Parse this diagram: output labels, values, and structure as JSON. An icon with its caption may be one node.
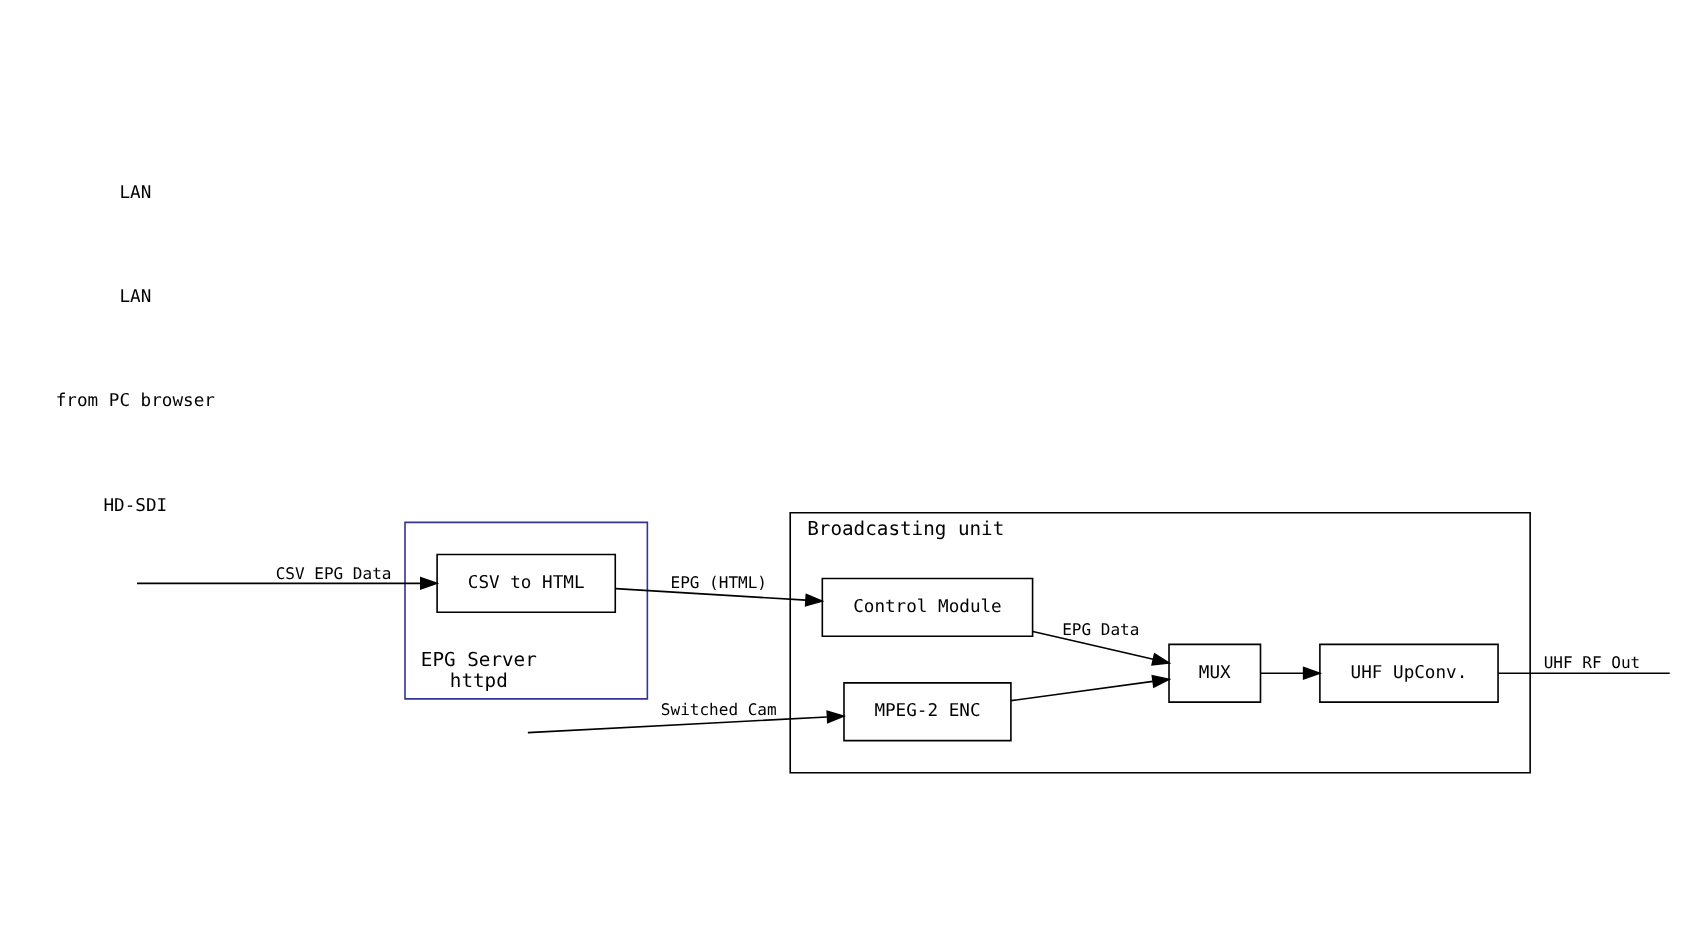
{
  "diagram": {
    "nodes": [
      {
        "text": [
          "Broadcasting unit"
        ]
      },
      {
        "text": [
          "MPEG-2 ENC"
        ],
        "in": 0
      },
      {
        "text": [
          "MUX"
        ],
        "in": 0
      },
      {
        "text": [
          "UHF UpConv."
        ],
        "in": 0
      },
      {
        "text": [
          "Control Module"
        ],
        "in": 0
      },
      {
        "text": [
          "EPG Server",
          "httpd"
        ]
      },
      {
        "text": [
          "CSV to HTML"
        ],
        "in": 5
      }
    ],
    "edges": [
      {
        "from": null,
        "to": 1,
        "arrow": "to",
        "label": "Switched Cam"
      },
      {
        "from": 1,
        "to": 2,
        "arrow": "to"
      },
      {
        "from": 2,
        "to": 3,
        "arrow": "to"
      },
      {
        "from": 3,
        "to": null,
        "arrow": "none",
        "label": "UHF RF Out"
      },
      {
        "from": 4,
        "to": 2,
        "arrow": "to",
        "label": "EPG Data"
      },
      {
        "from": 6,
        "to": 4,
        "arrow": "to",
        "label": "EPG (HTML)"
      },
      {
        "from": null,
        "to": 6,
        "arrow": "to",
        "label": "CSV EPG Data"
      }
    ],
    "labels": [
      "HD-SDI",
      "from PC browser",
      "LAN",
      "LAN"
    ]
  }
}
